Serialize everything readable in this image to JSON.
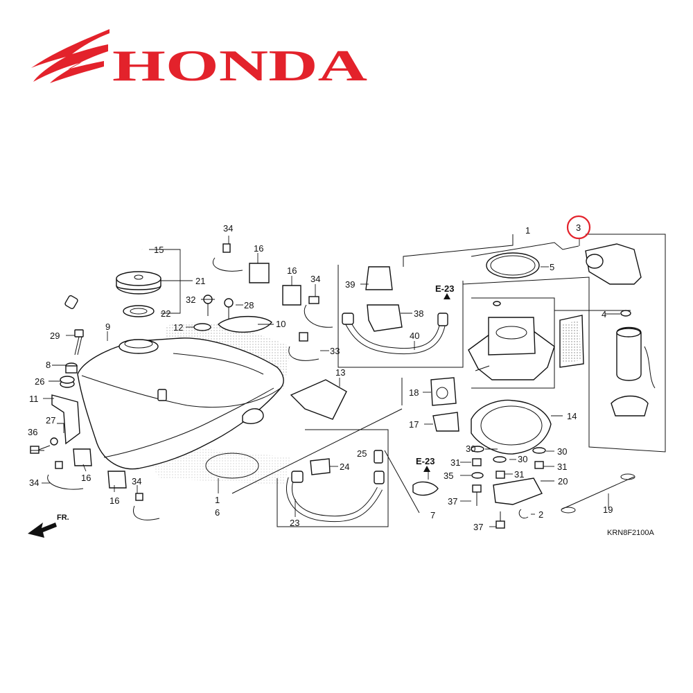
{
  "brand": {
    "name": "HONDA",
    "color": "#e3222b"
  },
  "diagram_code": "KRN8F2100A",
  "front_indicator": "FR.",
  "highlight": {
    "callout": "3",
    "color": "#e3222b"
  },
  "references": [
    "E-23",
    "E-23"
  ],
  "callouts": [
    "1",
    "1",
    "2",
    "3",
    "4",
    "5",
    "6",
    "7",
    "8",
    "9",
    "10",
    "11",
    "12",
    "13",
    "14",
    "15",
    "16",
    "16",
    "16",
    "16",
    "17",
    "18",
    "19",
    "20",
    "21",
    "22",
    "23",
    "24",
    "25",
    "26",
    "27",
    "28",
    "29",
    "30",
    "30",
    "30",
    "31",
    "31",
    "31",
    "32",
    "33",
    "34",
    "34",
    "34",
    "34",
    "35",
    "36",
    "37",
    "37",
    "38",
    "39",
    "40"
  ]
}
